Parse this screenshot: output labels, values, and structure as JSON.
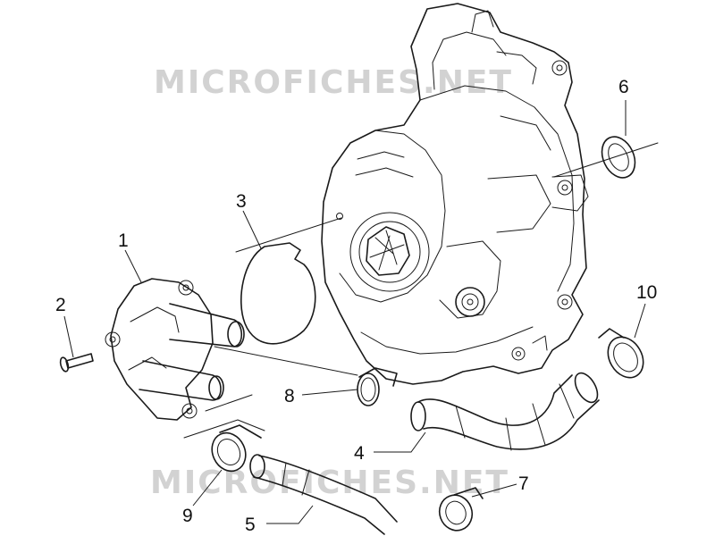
{
  "watermark": {
    "top_text": "MICROFICHES.NET",
    "bottom_text": "MICROFICHES.NET"
  },
  "callouts": [
    "1",
    "2",
    "3",
    "4",
    "5",
    "6",
    "7",
    "8",
    "9",
    "10"
  ],
  "colors": {
    "line": "#1a1a1a",
    "watermark": "#d2d2d2",
    "background": "#ffffff"
  }
}
